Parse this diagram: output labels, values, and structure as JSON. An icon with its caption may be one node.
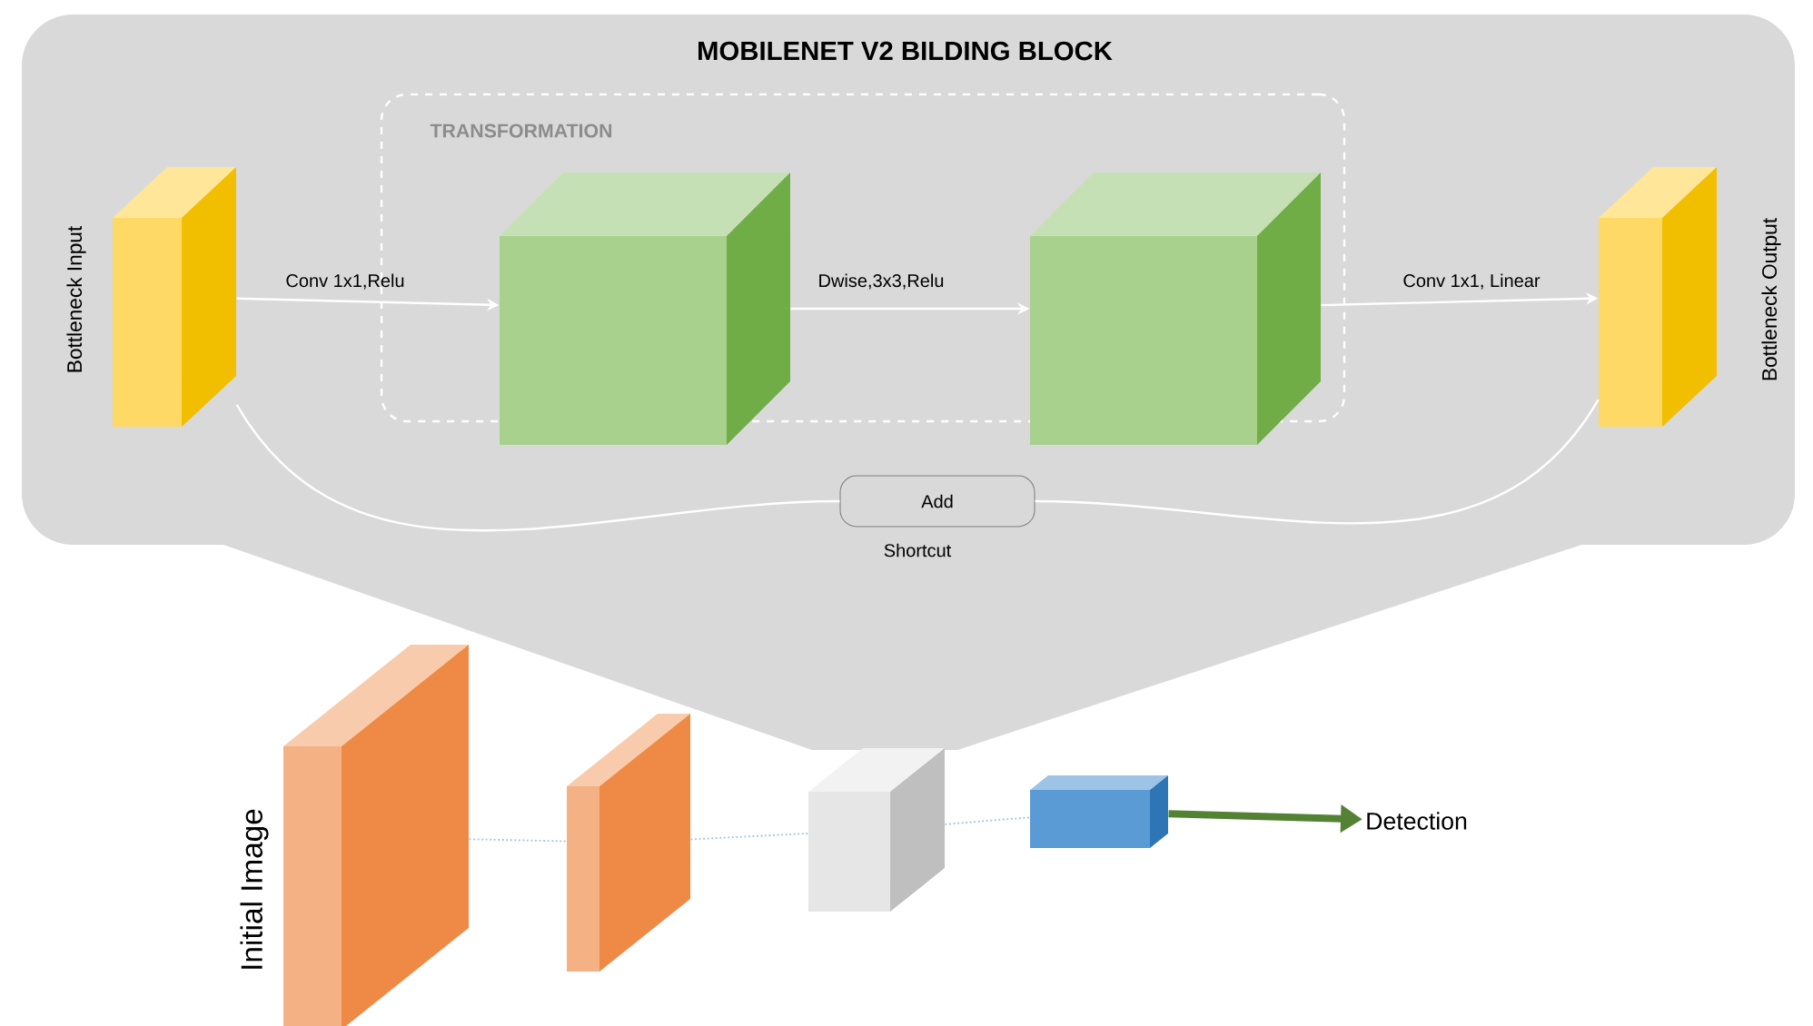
{
  "diagram": {
    "title": "MOBILENET V2 BILDING BLOCK",
    "nodes": [
      {
        "text": [],
        "shape": "box"
      },
      {
        "text": [
          "TRANSFORMATION"
        ],
        "in": 0
      },
      {
        "text": [],
        "shape": "box",
        "beside": [
          "Bottleneck Input"
        ],
        "in": 0
      },
      {
        "text": [],
        "shape": "box",
        "in": 1
      },
      {
        "text": [],
        "shape": "box",
        "in": 1
      },
      {
        "text": [],
        "shape": "box",
        "beside": [
          "Bottleneck Output"
        ],
        "in": 0
      },
      {
        "text": [
          "Add"
        ],
        "beside": [
          "Shortcut"
        ],
        "in": 0
      },
      {
        "text": [],
        "shape": "box",
        "beside": [
          "Initial Image"
        ]
      },
      {
        "text": [],
        "shape": "box"
      },
      {
        "text": [],
        "shape": "box"
      },
      {
        "text": [],
        "shape": "box"
      },
      {
        "text": [
          "Detection"
        ]
      }
    ],
    "edges": [
      {
        "from": 2,
        "to": 3,
        "arrow": "to",
        "label": "Conv 1x1,Relu"
      },
      {
        "from": 3,
        "to": 4,
        "arrow": "to",
        "label": "Dwise,3x3,Relu"
      },
      {
        "from": 4,
        "to": 5,
        "arrow": "to",
        "label": "Conv 1x1, Linear"
      },
      {
        "from": 2,
        "to": 6,
        "arrow": "none"
      },
      {
        "from": 6,
        "to": 5,
        "arrow": "none"
      },
      {
        "from": 7,
        "to": 8,
        "arrow": "none",
        "style": "dashed",
        "color": "#9dc3e6"
      },
      {
        "from": 8,
        "to": 9,
        "arrow": "none",
        "style": "dashed",
        "color": "#9dc3e6"
      },
      {
        "from": 9,
        "to": 10,
        "arrow": "none",
        "style": "dashed",
        "color": "#9dc3e6"
      },
      {
        "from": 10,
        "to": 11,
        "arrow": "to",
        "style": "thick",
        "color": "#548235"
      }
    ]
  }
}
